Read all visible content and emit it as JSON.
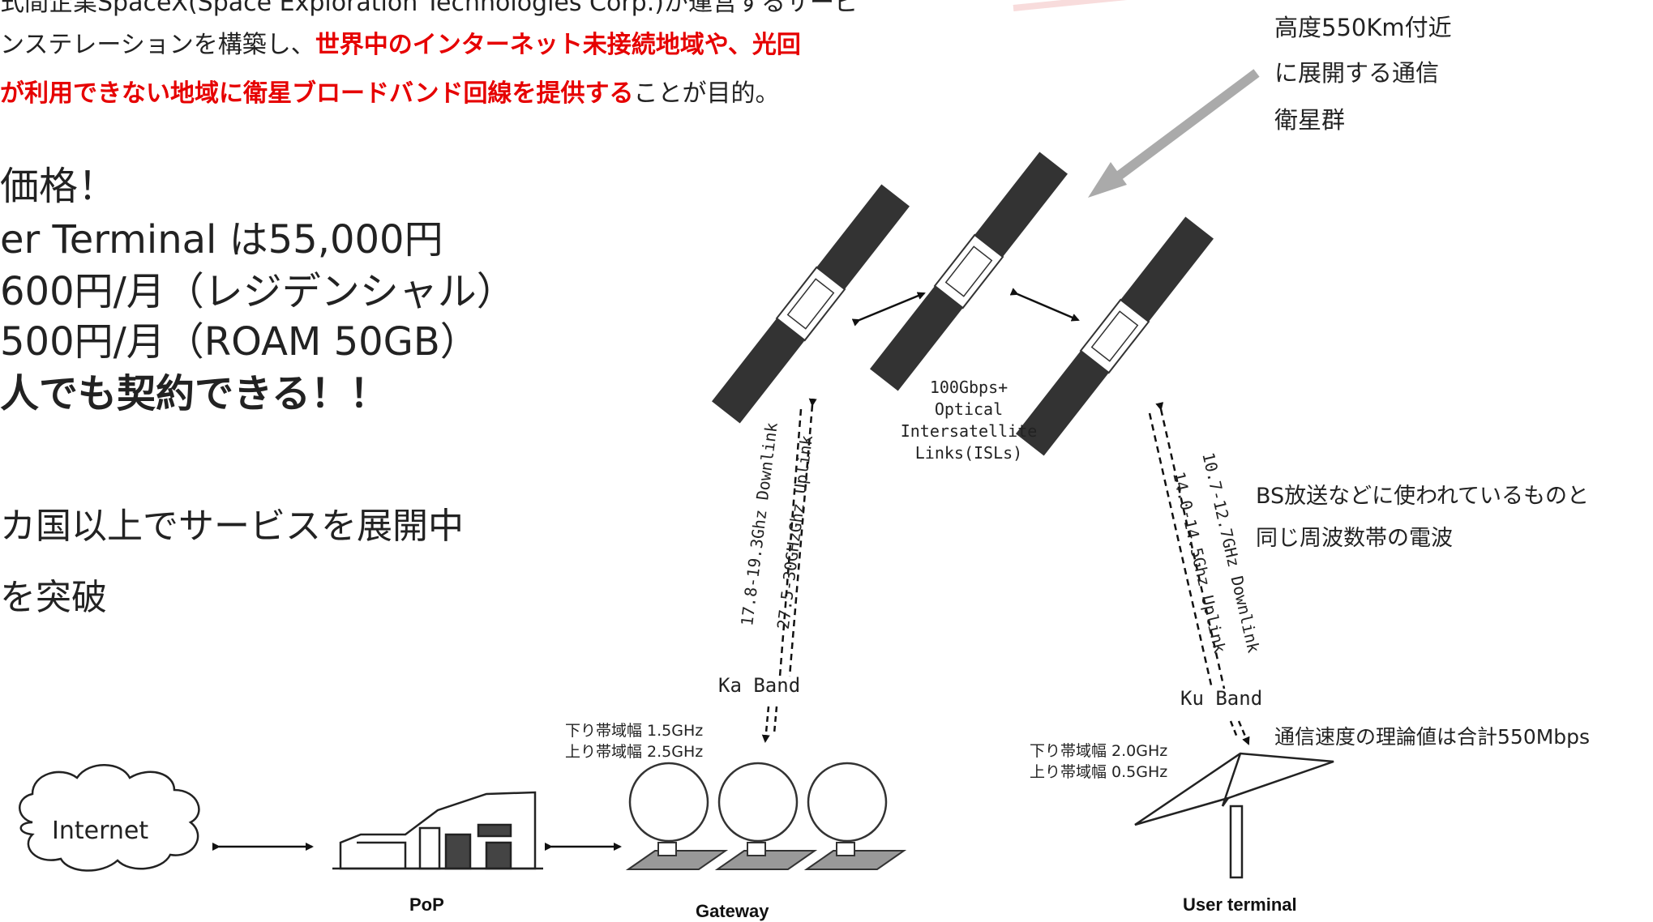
{
  "intro": {
    "line1": "式間企業SpaceX(Space Exploration Technologies Corp.)が運営するサービ",
    "line2a": "ンステレーションを構築し、",
    "line2b": "世界中のインターネット未接続地域や、光回",
    "line3a": "が利用できない地域に衛星ブロードバンド回線を提供する",
    "line3b": "ことが目的。"
  },
  "pricing": {
    "heading": "価格！",
    "line1": "er Terminal は55,000円",
    "line2": "600円/月（レジデンシャル）",
    "line3": "500円/月（ROAM 50GB）",
    "line4": "人でも契約できる！！"
  },
  "facts": {
    "line1": "カ国以上でサービスを展開中",
    "line2": "を突破"
  },
  "orbit_note": {
    "line1": "高度550Km付近",
    "line2": "に展開する通信",
    "line3": "衛星群"
  },
  "isl_label": {
    "line1": "100Gbps+",
    "line2": "Optical",
    "line3": "Intersatellite",
    "line4": "Links(ISLs)"
  },
  "ka": {
    "downlink": "17.8-19.3Ghz Downlink",
    "uplink": "27.5-30GHzGhz Uplink",
    "band": "Ka Band",
    "bw_down": "下り帯域幅 1.5GHz",
    "bw_up": "上り帯域幅 2.5GHz"
  },
  "ku": {
    "downlink": "10.7-12.7GHz Downlink",
    "uplink": "14.0-14.5Ghz Uplink",
    "band": "Ku Band",
    "bw_down": "下り帯域幅 2.0GHz",
    "bw_up": "上り帯域幅 0.5GHz"
  },
  "bs_note": {
    "line1": "BS放送などに使われているものと",
    "line2": "同じ周波数帯の電波"
  },
  "speed_note": "通信速度の理論値は合計550Mbps",
  "nodes": {
    "internet": "Internet",
    "pop": "PoP",
    "gateway": "Gateway",
    "user_terminal": "User terminal"
  },
  "colors": {
    "accent_red": "#e60000",
    "arrow_gray": "#aaaaaa",
    "panel_dark": "#333333"
  }
}
